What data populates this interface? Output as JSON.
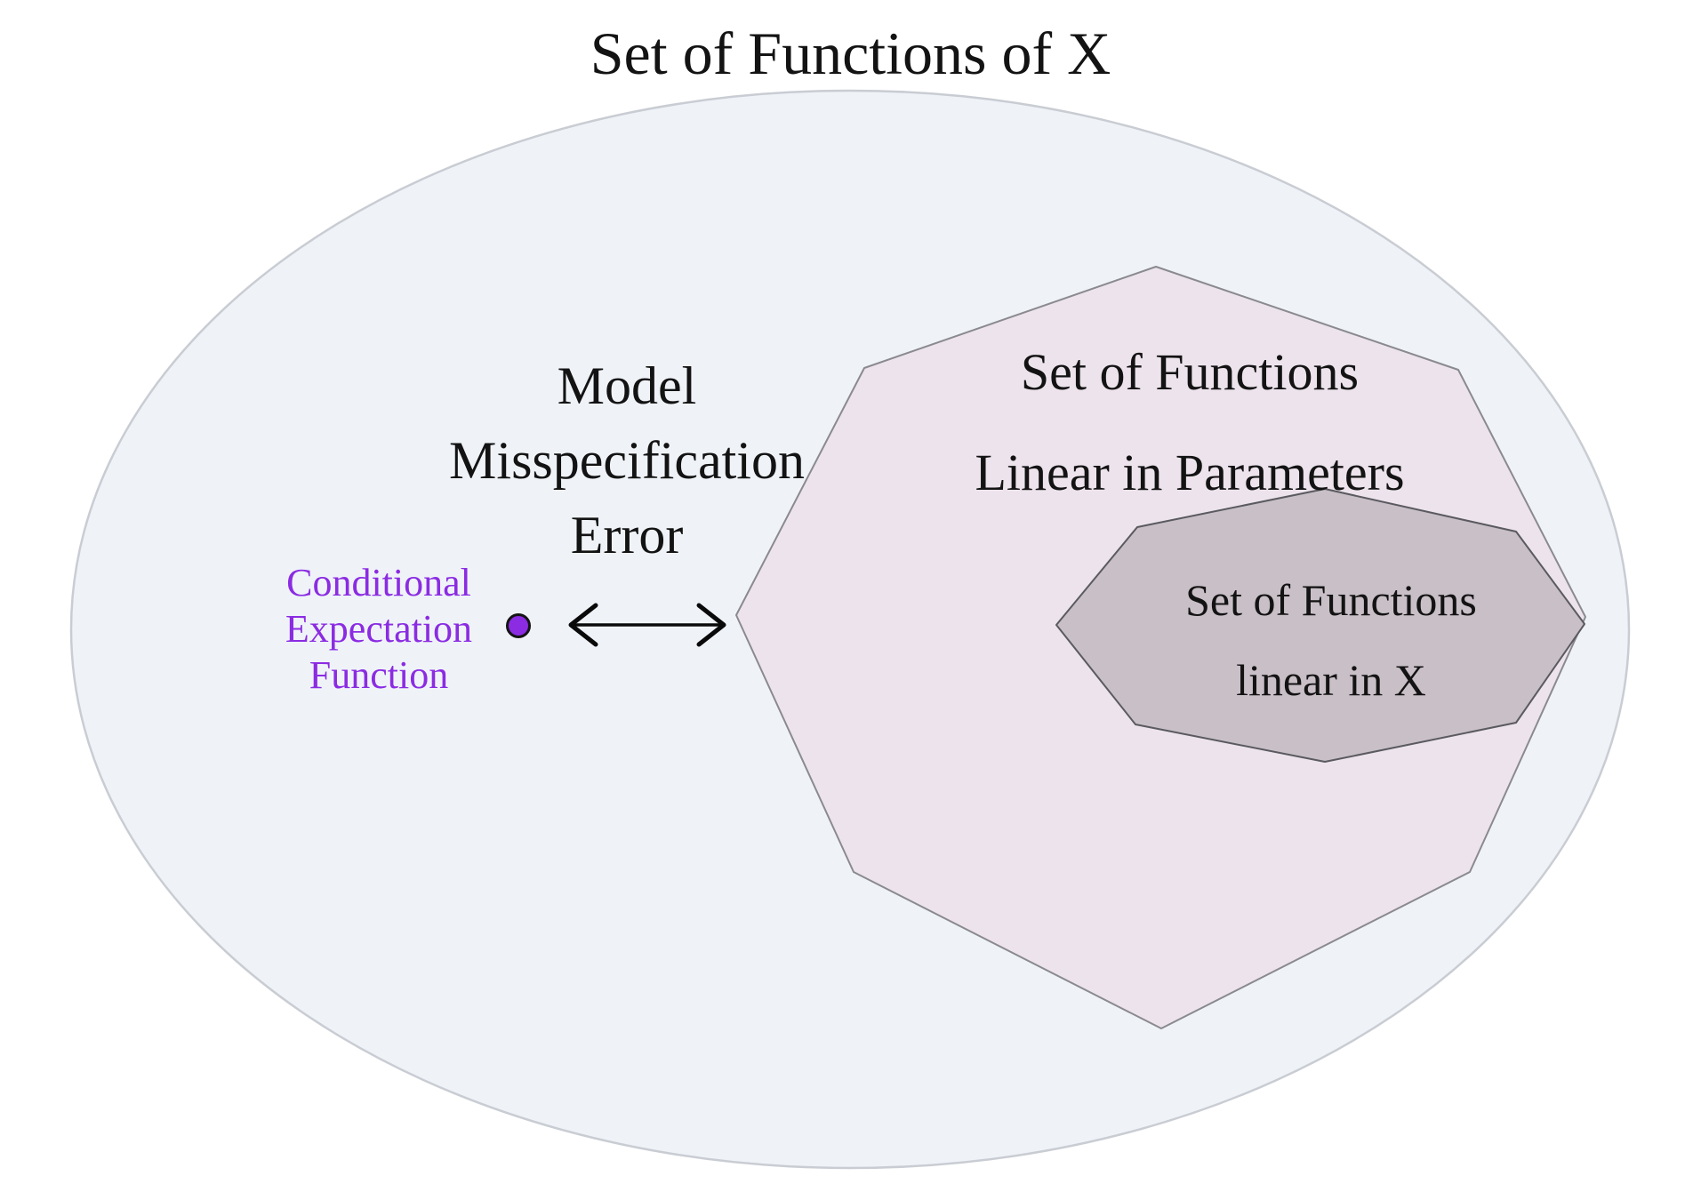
{
  "labels": {
    "outer": {
      "text": "Set of Functions of X"
    },
    "model_error": {
      "lines": [
        "Model",
        "Misspecification",
        "Error"
      ]
    },
    "cef": {
      "lines": [
        "Conditional",
        "Expectation",
        "Function"
      ]
    },
    "linear_params": {
      "lines": [
        "Set of Functions",
        "Linear in Parameters"
      ]
    },
    "linear_x": {
      "lines": [
        "Set of Functions",
        "linear in X"
      ]
    }
  },
  "colors": {
    "outer_fill": "#EFF3F8",
    "outer_stroke": "#C9CDD3",
    "linear_params_fill": "#EDE3EC",
    "linear_params_stroke": "#8A8A90",
    "linear_x_fill": "#C9BFC7",
    "linear_x_stroke": "#5A5A60",
    "cef_purple": "#8B2BE2",
    "arrow_black": "#0A0A0A",
    "text_black": "#131313"
  }
}
